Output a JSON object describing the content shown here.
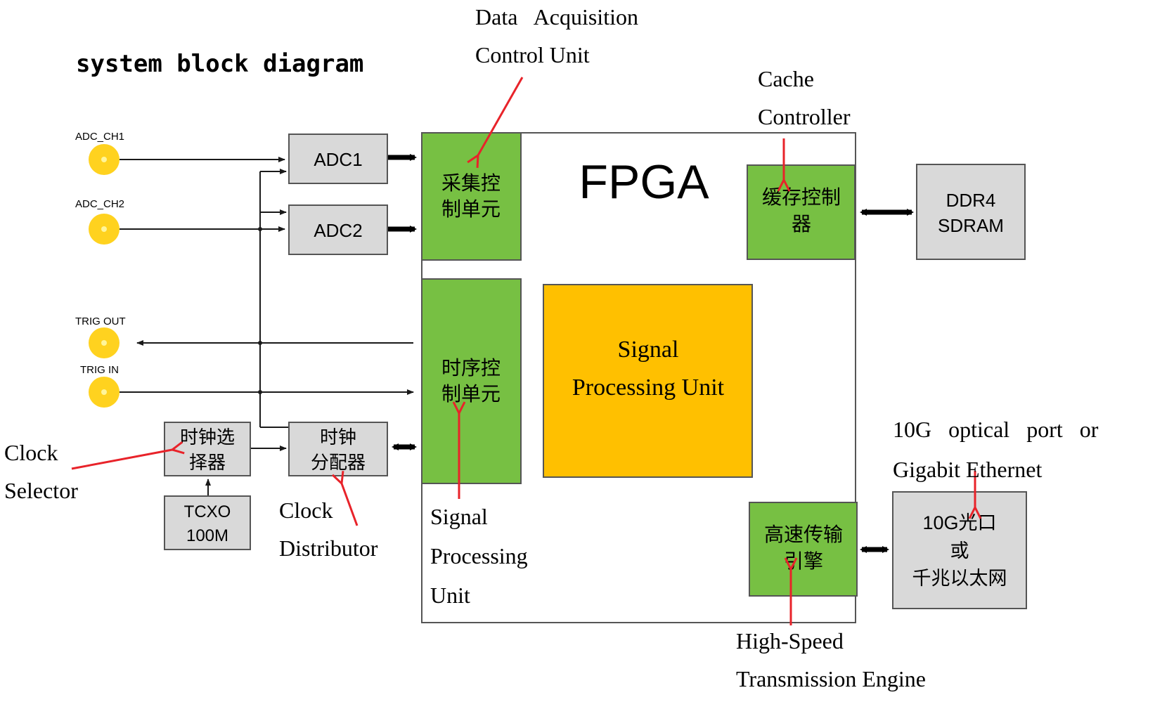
{
  "title": "system block diagram",
  "colors": {
    "green": "#77c043",
    "orange": "#ffc000",
    "gray": "#d9d9d9",
    "connector": "#ffd21f",
    "annotation": "#e8232a",
    "line": "#1a1a1a"
  },
  "connectors": {
    "adc_ch1": "ADC_CH1",
    "adc_ch2": "ADC_CH2",
    "trig_out": "TRIG OUT",
    "trig_in": "TRIG IN"
  },
  "blocks": {
    "adc1": "ADC1",
    "adc2": "ADC2",
    "clock_selector": [
      "时钟选",
      "择器"
    ],
    "tcxo": [
      "TCXO",
      "100M"
    ],
    "clock_distributor": [
      "时钟",
      "分配器"
    ],
    "fpga": "FPGA",
    "acq_control": [
      "采集控",
      "制单元"
    ],
    "timing_control": [
      "时序控",
      "制单元"
    ],
    "signal_processing": [
      "Signal",
      "Processing Unit"
    ],
    "cache_controller": [
      "缓存控制",
      "器"
    ],
    "ddr4": [
      "DDR4",
      "SDRAM"
    ],
    "hs_engine": [
      "高速传输",
      "引擎"
    ],
    "optical_port": [
      "10G光口",
      "或",
      "千兆以太网"
    ]
  },
  "annotations": {
    "data_acq": [
      "Data   Acquisition",
      "Control Unit"
    ],
    "cache": [
      "Cache",
      "Controller"
    ],
    "clock_selector": [
      "Clock",
      "Selector"
    ],
    "clock_distributor": [
      "Clock",
      "Distributor"
    ],
    "signal_processing": [
      "Signal",
      "Processing",
      "Unit"
    ],
    "optical": [
      "10G   optical   port   or",
      "Gigabit Ethernet"
    ],
    "hs_engine": [
      "High-Speed",
      "Transmission Engine"
    ]
  }
}
